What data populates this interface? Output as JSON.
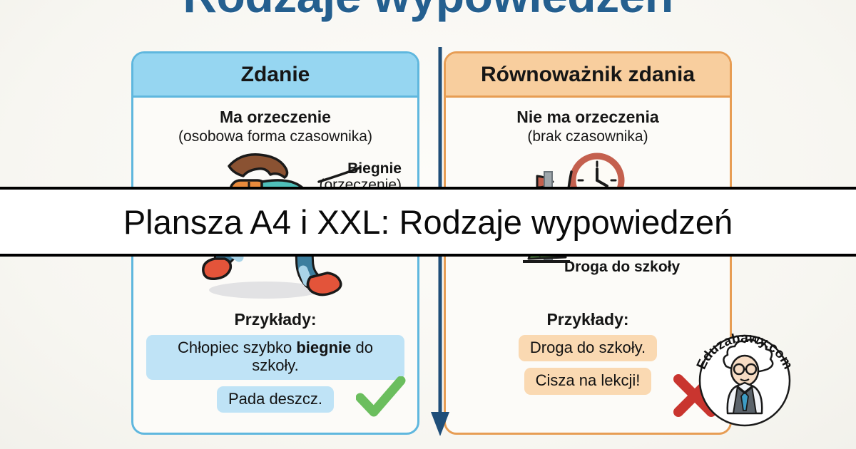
{
  "poster": {
    "title": "Rodzaje wypowiedzeń",
    "background_color": "#FBFAF6",
    "title_color": "#245F8F"
  },
  "banner": {
    "text": "Plansza A4 i XXL: Rodzaje wypowiedzeń",
    "background_color": "#FFFFFF",
    "rule_color": "#000000"
  },
  "divider": {
    "icon": "down-arrow-icon",
    "color": "#1F4E79"
  },
  "columns": [
    {
      "id": "zdanie",
      "header": "Zdanie",
      "header_bg": "#96D6F1",
      "border_color": "#5FB7DE",
      "chip_bg": "#BFE3F6",
      "subtitle_main": "Ma orzeczenie",
      "subtitle_paren": "(osobowa forma czasownika)",
      "illustration": "running-boy-icon",
      "callout_main": "Biegnie",
      "callout_paren": "(orzeczenie)",
      "examples_label": "Przykłady:",
      "examples": [
        {
          "prefix": "Chłopiec szybko ",
          "bold": "biegnie",
          "suffix": " do szkoły."
        },
        {
          "prefix": "Pada deszcz.",
          "bold": "",
          "suffix": ""
        }
      ],
      "verdict_icon": "green-check-icon",
      "verdict_color": "#6BBE5E"
    },
    {
      "id": "rownowaznik",
      "header": "Równoważnik zdania",
      "header_bg": "#F8CE9E",
      "border_color": "#E79D54",
      "chip_bg": "#FAD9B2",
      "subtitle_main": "Nie ma orzeczenia",
      "subtitle_paren": "(brak czasownika)",
      "illustration": "school-road-sign-icon",
      "callout_main": "Droga do szkoły",
      "callout_paren": "",
      "examples_label": "Przykłady:",
      "examples": [
        {
          "prefix": "Droga do szkoły.",
          "bold": "",
          "suffix": ""
        },
        {
          "prefix": "Cisza na lekcji!",
          "bold": "",
          "suffix": ""
        }
      ],
      "verdict_icon": "red-cross-icon",
      "verdict_color": "#C9352F"
    }
  ],
  "logo": {
    "text": "Eduzabawy.com",
    "icon": "scientist-avatar-icon"
  }
}
